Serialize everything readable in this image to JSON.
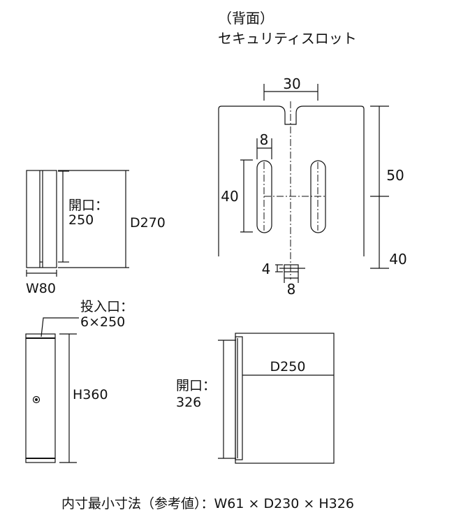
{
  "back_view": {
    "title_line1": "（背面）",
    "title_line2": "セキュリティスロット",
    "dim_notch_width": "30",
    "dim_slot_width": "8",
    "dim_slot_length": "40",
    "dim_upper": "50",
    "dim_lower": "40",
    "dim_small_slot_height": "4",
    "dim_small_slot_width": "8"
  },
  "side_view": {
    "opening_label": "開口：",
    "opening_value": "250",
    "depth": "D270",
    "width": "W80"
  },
  "front_view": {
    "slot_label": "投入口：",
    "slot_value": "6×250",
    "height": "H360"
  },
  "top_view": {
    "opening_label": "開口：",
    "opening_value": "326",
    "depth": "D250"
  },
  "footer": {
    "inner_dimensions": "内寸最小寸法（参考値）：W61 × D230 × H326"
  }
}
